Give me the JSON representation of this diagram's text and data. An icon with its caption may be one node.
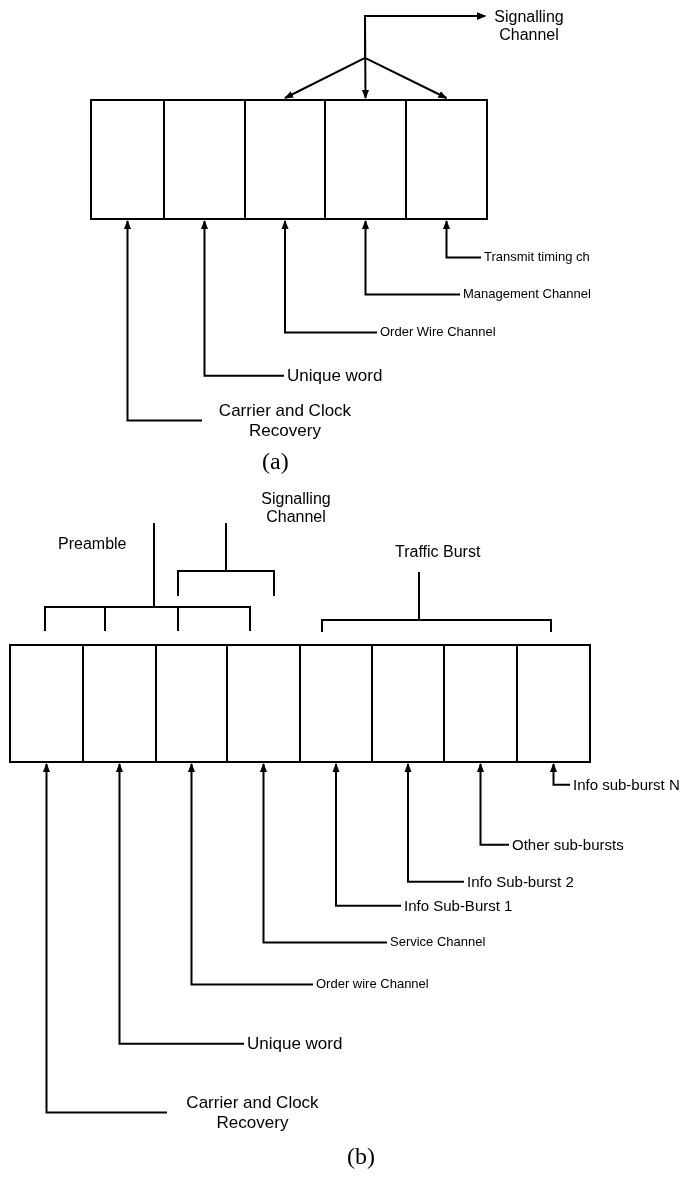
{
  "diagram": {
    "nodes": [
      {
        "text": [
          "Signalling Channel"
        ]
      },
      {
        "text": [],
        "shape": "box"
      },
      {
        "text": [],
        "shape": "box"
      },
      {
        "text": [],
        "shape": "box"
      },
      {
        "text": [],
        "shape": "box"
      },
      {
        "text": [],
        "shape": "box"
      },
      {
        "text": [
          "Transmit timing ch"
        ]
      },
      {
        "text": [
          "Management Channel"
        ]
      },
      {
        "text": [
          "Order Wire Channel"
        ]
      },
      {
        "text": [
          "Unique word"
        ]
      },
      {
        "text": [
          "Carrier and Clock Recovery"
        ]
      },
      {
        "text": [],
        "shape": "box"
      },
      {
        "text": [],
        "shape": "box"
      },
      {
        "text": [],
        "shape": "box"
      },
      {
        "text": [],
        "shape": "box"
      },
      {
        "text": [],
        "shape": "box"
      },
      {
        "text": [],
        "shape": "box"
      },
      {
        "text": [],
        "shape": "box"
      },
      {
        "text": [],
        "shape": "box"
      },
      {
        "text": [
          "Info sub-burst N"
        ]
      },
      {
        "text": [
          "Other sub-bursts"
        ]
      },
      {
        "text": [
          "Info Sub-burst 2"
        ]
      },
      {
        "text": [
          "Info Sub-Burst 1"
        ]
      },
      {
        "text": [
          "Service Channel"
        ]
      },
      {
        "text": [
          "Order wire Channel"
        ]
      },
      {
        "text": [
          "Unique word"
        ]
      },
      {
        "text": [
          "Carrier and Clock Recovery"
        ]
      }
    ],
    "edges": [
      {
        "from": 0,
        "to": 3,
        "arrow": "both"
      },
      {
        "from": 0,
        "to": 4,
        "arrow": "both"
      },
      {
        "from": 0,
        "to": 5,
        "arrow": "both"
      },
      {
        "from": 6,
        "to": 5,
        "arrow": "to"
      },
      {
        "from": 7,
        "to": 4,
        "arrow": "to"
      },
      {
        "from": 8,
        "to": 3,
        "arrow": "to"
      },
      {
        "from": 9,
        "to": 2,
        "arrow": "to"
      },
      {
        "from": 10,
        "to": 1,
        "arrow": "to"
      },
      {
        "from": 19,
        "to": 18,
        "arrow": "to"
      },
      {
        "from": 20,
        "to": 17,
        "arrow": "to"
      },
      {
        "from": 21,
        "to": 16,
        "arrow": "to"
      },
      {
        "from": 22,
        "to": 15,
        "arrow": "to"
      },
      {
        "from": 23,
        "to": 14,
        "arrow": "to"
      },
      {
        "from": 24,
        "to": 13,
        "arrow": "to"
      },
      {
        "from": 25,
        "to": 12,
        "arrow": "to"
      },
      {
        "from": 26,
        "to": 11,
        "arrow": "to"
      }
    ],
    "labels": [
      "(a)",
      "Signalling Channel",
      "Preamble",
      "Traffic Burst",
      "(b)"
    ]
  }
}
